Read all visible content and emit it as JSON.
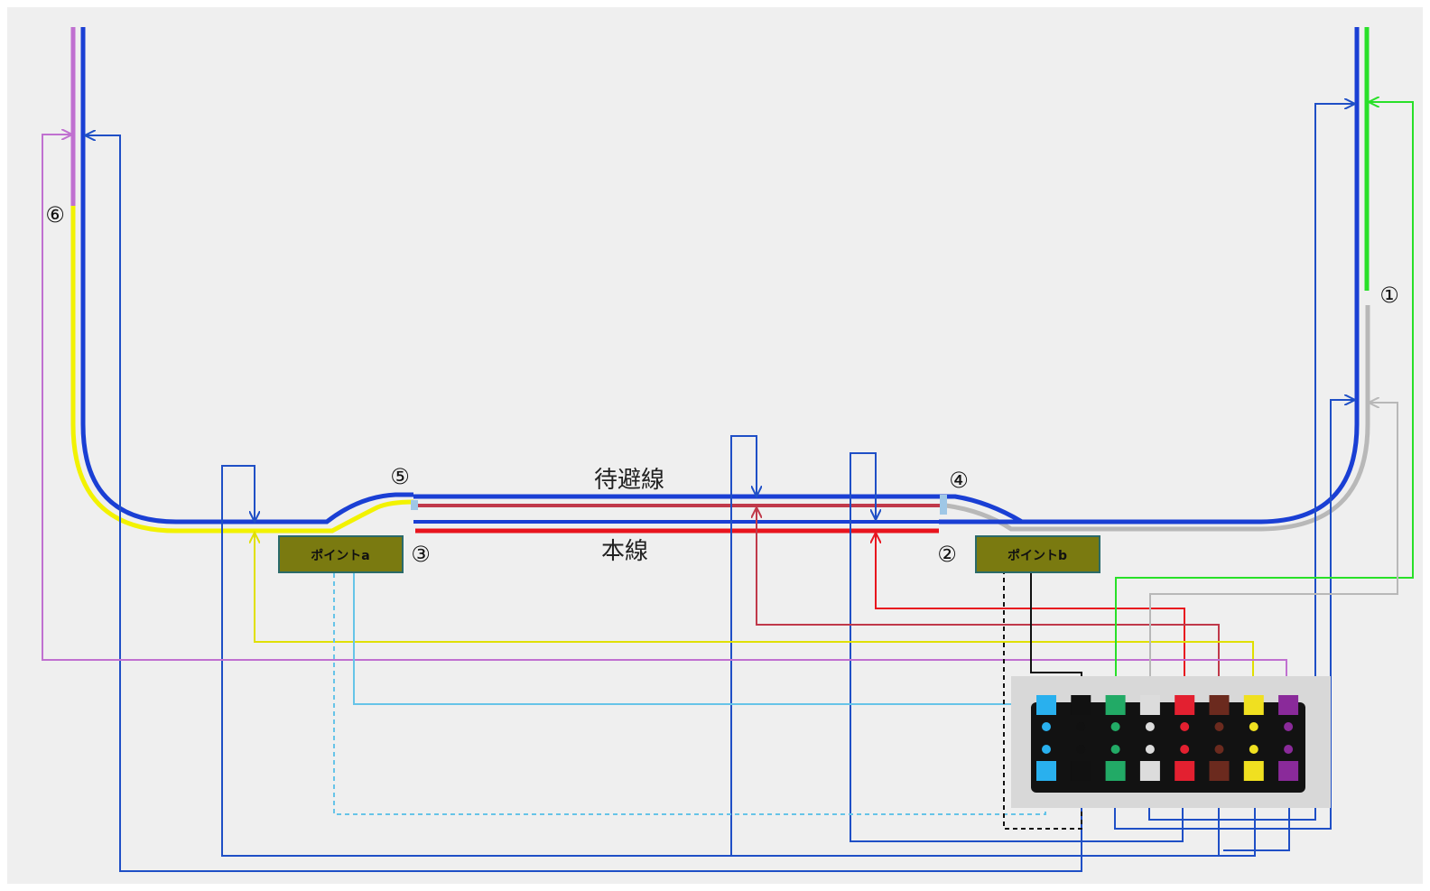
{
  "labels": {
    "siding": "待避線",
    "main": "本線",
    "point_a": "ポイントa",
    "point_b": "ポイントb"
  },
  "sections": {
    "s1": "①",
    "s2": "②",
    "s3": "③",
    "s4": "④",
    "s5": "⑤",
    "s6": "⑥"
  },
  "colors": {
    "background": "#efefef",
    "track_blue": "#1a3fd4",
    "feeder_blue": "#1f4fc6",
    "main_red": "#e8141e",
    "siding_red": "#c0394a",
    "yellow": "#f2f200",
    "green": "#28e028",
    "gray": "#b8b8b8",
    "violet": "#c070d0",
    "light_blue": "#66c4e8",
    "black": "#111111",
    "point_box": "#7a7a10",
    "point_border": "#2a6a6a"
  },
  "connector_block": {
    "terminals": [
      "sky",
      "black",
      "green",
      "white",
      "red",
      "brown",
      "yellow",
      "purple"
    ],
    "terminal_colors": [
      "#29b0ee",
      "#111111",
      "#22aa66",
      "#dcdcdc",
      "#e32030",
      "#6b2a1e",
      "#f0e020",
      "#8a2a9a"
    ]
  }
}
